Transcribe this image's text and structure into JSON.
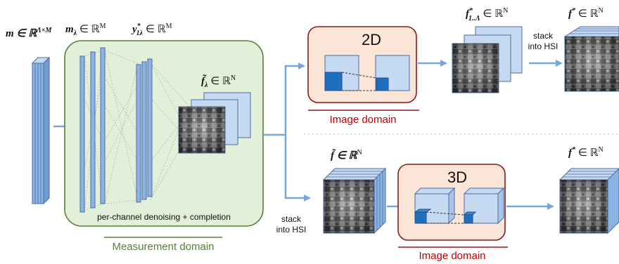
{
  "colors": {
    "vector_fill": "#8db3e2",
    "vector_stroke": "#4a6fa5",
    "network_bg": "#e2efd9",
    "network_border": "#548235",
    "image_domain_bg": "#fbe5d6",
    "image_domain_border": "#8b1a1a",
    "measurement_text": "#548235",
    "image_domain_text": "#c00000",
    "arrow": "#7aa6d6",
    "dark_patch": "#1f6fbf"
  },
  "labels": {
    "m": "m ∈ ℝ",
    "m_sup": "Λ×M",
    "m_lambda": "m",
    "m_lambda_sub": "λ",
    "m_lambda_rest": " ∈ ℝ",
    "m_lambda_sup": "M",
    "y": "y",
    "y_sup": "*",
    "y_sub": "1λ",
    "y_rest": " ∈ ℝ",
    "y_sup2": "M",
    "f_tilde_lambda": "f̃",
    "f_tilde_lambda_sub": "λ",
    "f_tilde_lambda_rest": " ∈ ℝ",
    "f_tilde_lambda_sup": "N",
    "f_star_1": "f",
    "f_star_1_sup": "*",
    "f_star_1_sub": "1..Λ",
    "f_star_1_rest": " ∈ ℝ",
    "f_star_1_sup2": "N",
    "f_star_top": "f",
    "f_star_top_sup": "*",
    "f_star_top_rest": " ∈ ℝ",
    "f_star_top_sup2": "N",
    "f_tilde": "f̃ ∈ ℝ",
    "f_tilde_sup": "N",
    "f_star_bottom": "f",
    "f_star_bottom_sup": "*",
    "f_star_bottom_rest": " ∈ ℝ",
    "f_star_bottom_sup2": "N",
    "label_2d": "2D",
    "label_3d": "3D",
    "stack_top_1": "stack",
    "stack_top_2": "into HSI",
    "stack_bottom_1": "stack",
    "stack_bottom_2": "into HSI",
    "network_caption": "per-channel denoising + completion",
    "measurement_domain": "Measurement domain",
    "image_domain_top": "Image domain",
    "image_domain_bottom": "Image domain"
  }
}
